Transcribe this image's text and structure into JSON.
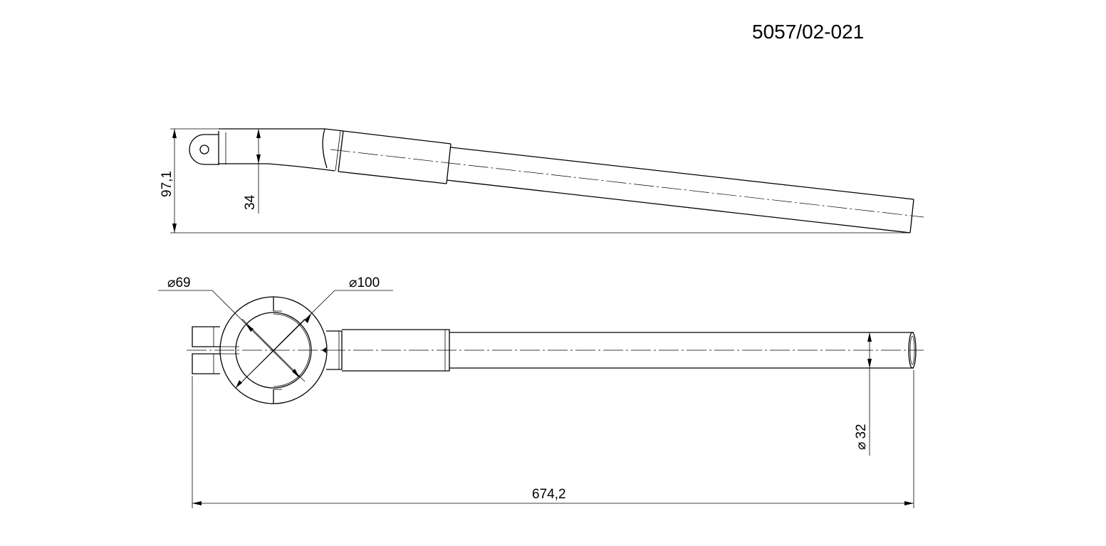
{
  "drawing_number": "5057/02-021",
  "dimensions": {
    "total_height": "97,1",
    "clamp_height": "34",
    "inner_diameter": "69",
    "outer_diameter": "100",
    "tube_diameter": "32",
    "total_length": "674,2"
  },
  "diameter_symbol": "⌀"
}
